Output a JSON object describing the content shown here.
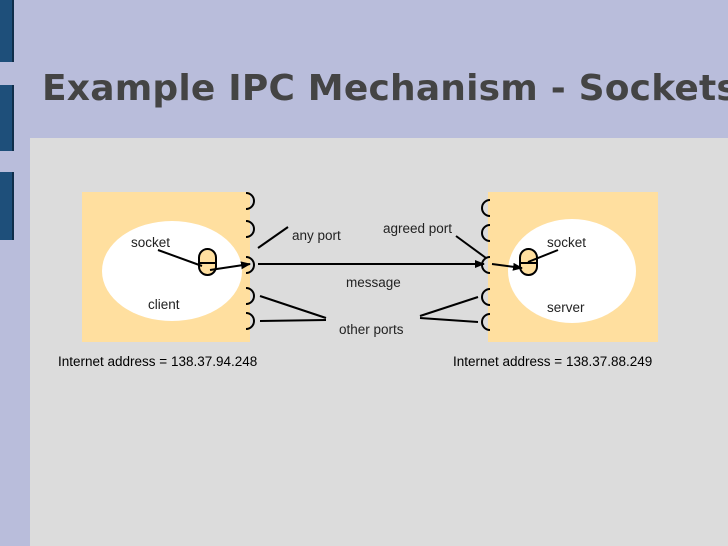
{
  "slide": {
    "title": "Example IPC Mechanism - Sockets"
  },
  "diagram": {
    "client_host": {
      "socket_label": "socket",
      "process_label": "client",
      "address_label": "Internet address = 138.37.94.248"
    },
    "server_host": {
      "socket_label": "socket",
      "process_label": "server",
      "address_label": "Internet address = 138.37.88.249"
    },
    "any_port_label": "any port",
    "agreed_port_label": "agreed port",
    "message_label": "message",
    "other_ports_label": "other ports"
  },
  "colors": {
    "background": "#b9bddb",
    "panel": "#dcdcdc",
    "host_box": "#ffdf9f",
    "process_ellipse": "#ffffff",
    "sidebar_tab": "#1e4f7a",
    "title_text": "#444444"
  }
}
